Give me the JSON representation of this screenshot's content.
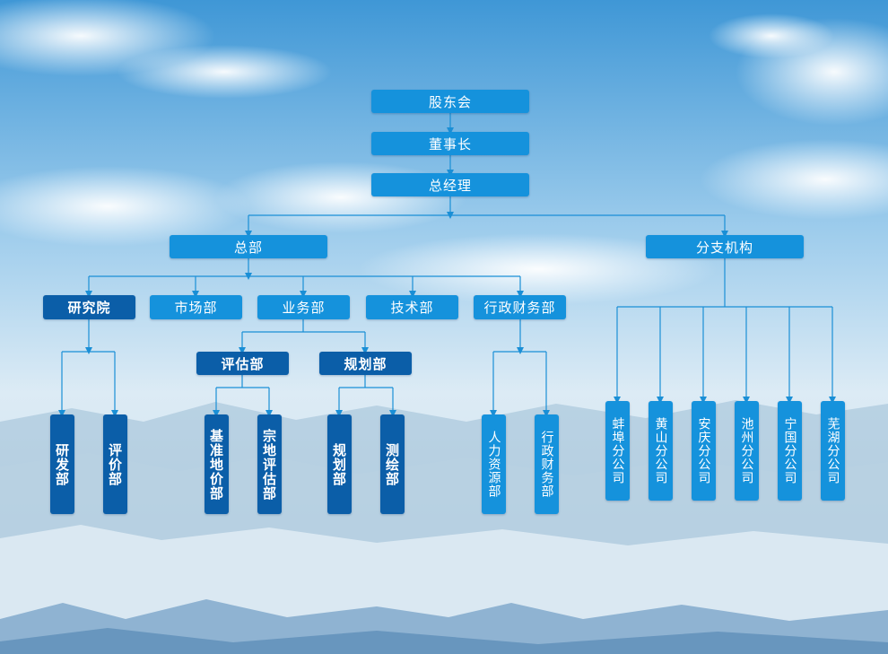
{
  "top": {
    "shareholders": "股东会",
    "chairman": "董事长",
    "gm": "总经理"
  },
  "branches": {
    "hq": "总部",
    "branch": "分支机构"
  },
  "hq_depts": {
    "research": "研究院",
    "market": "市场部",
    "business": "业务部",
    "tech": "技术部",
    "admin": "行政财务部"
  },
  "business_sub": {
    "assess": "评估部",
    "plan": "规划部"
  },
  "leaves": {
    "rnd": "研发部",
    "pricing": "评价部",
    "base_price": "基准地价部",
    "parcel": "宗地评估部",
    "planning": "规划部",
    "survey": "测绘部",
    "hr": "人力资源部",
    "adminfin": "行政财务部"
  },
  "branch_offices": [
    "蚌埠分公司",
    "黄山分公司",
    "安庆分公司",
    "池州分公司",
    "宁国分公司",
    "芜湖分公司"
  ]
}
